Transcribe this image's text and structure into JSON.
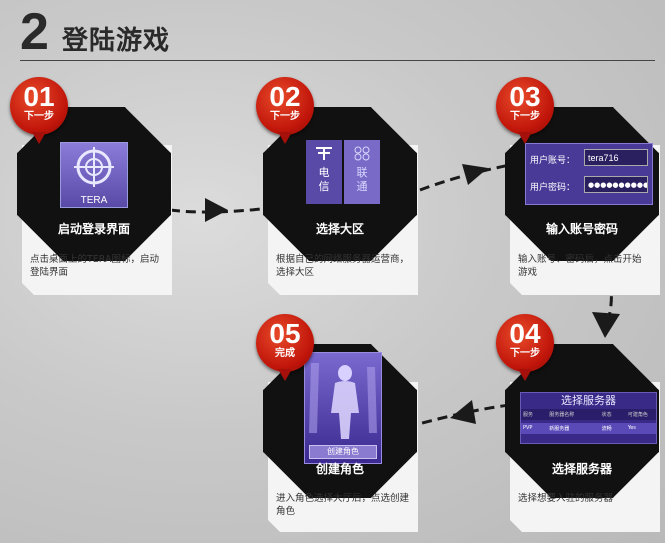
{
  "header": {
    "step_number": "2",
    "title": "登陆游戏"
  },
  "steps": [
    {
      "number": "01",
      "tag": "下一步",
      "label": "启动登录界面",
      "desc": "点击桌面上的TERA图标，启动登陆界面",
      "icon_text": "TERA"
    },
    {
      "number": "02",
      "tag": "下一步",
      "label": "选择大区",
      "desc": "根据自己的网络服务器运营商，选择大区",
      "telecom": "电信",
      "unicom": "联通"
    },
    {
      "number": "03",
      "tag": "下一步",
      "label": "输入账号密码",
      "desc": "输入账号、密码后，点击开始游戏",
      "user_label": "用户账号：",
      "user_value": "tera716",
      "pass_label": "用户密码：",
      "pass_value": "●●●●●●●●●●"
    },
    {
      "number": "04",
      "tag": "下一步",
      "label": "选择服务器",
      "desc": "选择想要入驻的服务器",
      "server_title": "选择服务器",
      "server_cols": [
        "服务",
        "服务器名称",
        "状态",
        "可建角色"
      ],
      "server_row": [
        "PVP",
        "新服务器",
        "流畅",
        "Yes"
      ]
    },
    {
      "number": "05",
      "tag": "完成",
      "label": "创建角色",
      "desc": "进入角色选择大厅后，点选创建角色",
      "create_button": "创建角色"
    }
  ],
  "colors": {
    "badge_red": "#c0150a",
    "screen_purple": "#5a4aa8",
    "oct_bg": "#111111"
  }
}
